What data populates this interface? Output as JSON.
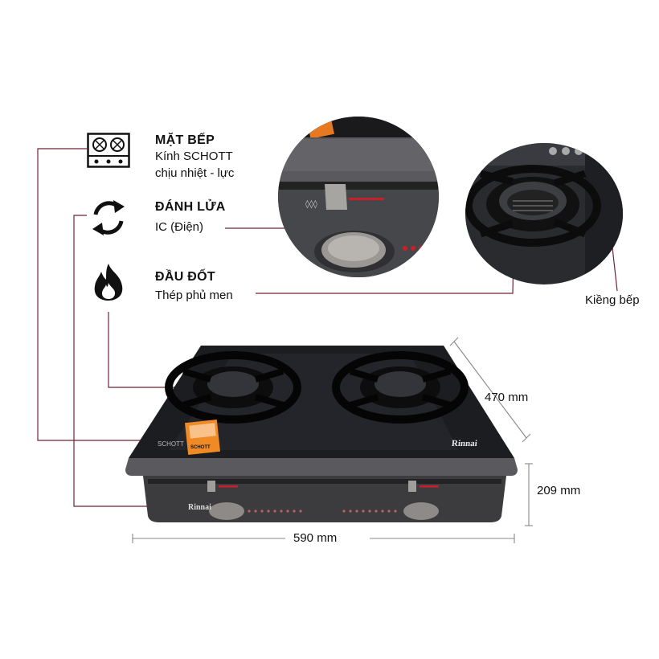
{
  "features": [
    {
      "icon": "cooktop-icon",
      "title": "MẶT BẾP",
      "lines": [
        "Kính SCHOTT",
        "chịu nhiệt - lực"
      ]
    },
    {
      "icon": "refresh-ignition-icon",
      "title": "ĐÁNH LỬA",
      "lines": [
        "IC (Điện)"
      ]
    },
    {
      "icon": "flame-icon",
      "title": "ĐẦU ĐỐT",
      "lines": [
        "Thép phủ men"
      ]
    }
  ],
  "callout": {
    "support": "Kiềng bếp"
  },
  "dimensions": {
    "depth": "470 mm",
    "height": "209 mm",
    "width": "590 mm"
  },
  "product": {
    "brand": "Rinnai",
    "glass_brand": "SCHOTT",
    "sticker_text": "SCHOTT",
    "colors": {
      "body": "#3a3a3c",
      "glass": "#1c1d20",
      "rim": "#55555a",
      "sticker": "#f08a24",
      "knob": "#8d8a87",
      "line": "#7a2a3e"
    }
  }
}
